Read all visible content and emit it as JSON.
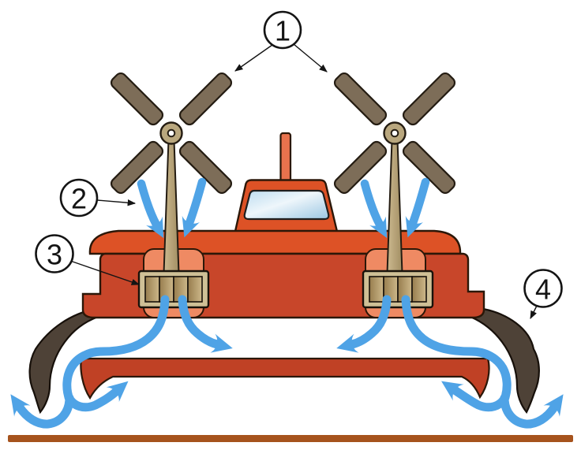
{
  "diagram": {
    "title": "hovercraft-cross-section-diagram",
    "labels": [
      {
        "number": "1",
        "target": "propellers"
      },
      {
        "number": "2",
        "target": "air-intake-flow"
      },
      {
        "number": "3",
        "target": "lift-fan"
      },
      {
        "number": "4",
        "target": "flexible-skirt"
      }
    ],
    "parts": [
      "propeller-left",
      "propeller-right",
      "fan-shaft-left",
      "fan-shaft-right",
      "fan-box-left",
      "fan-box-right",
      "cabin",
      "cabin-window",
      "antenna-mast",
      "deck",
      "hull",
      "air-duct-left",
      "air-duct-right",
      "bottom-plate",
      "skirt-left",
      "skirt-right",
      "ground",
      "intake-airflow",
      "cushion-airflow",
      "escape-airflow"
    ]
  },
  "colors": {
    "deck": "#dd5226",
    "hull": "#c8462a",
    "plate": "#c04125",
    "duct": "#ef8a63",
    "antenna": "#e8724d",
    "blue": "#4fa3e6",
    "skirt": "#4e4237",
    "ground": "#a6531d",
    "blade": "#7d6d58",
    "tan": "#b9a77e",
    "boxframe": "#cfc096",
    "slatdark": "#977d4e",
    "line": "#2b1708",
    "line2": "#241c12",
    "label": "#141414",
    "white": "#ffffff"
  }
}
